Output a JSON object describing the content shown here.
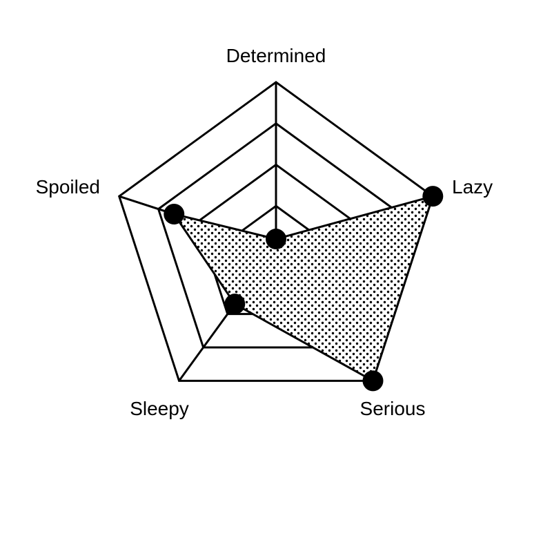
{
  "chart_data": {
    "type": "radar",
    "axes": [
      "Determined",
      "Lazy",
      "Serious",
      "Sleepy",
      "Spoiled"
    ],
    "series": [
      {
        "values": [
          0.2,
          4.0,
          4.0,
          1.7,
          2.6
        ]
      }
    ],
    "rlim": [
      0,
      4
    ],
    "grid_levels": [
      1,
      2,
      3,
      4
    ],
    "grid": true,
    "fill_pattern": "dots",
    "colors": {
      "line": "#000000",
      "marker": "#000000",
      "background": "#ffffff"
    }
  }
}
